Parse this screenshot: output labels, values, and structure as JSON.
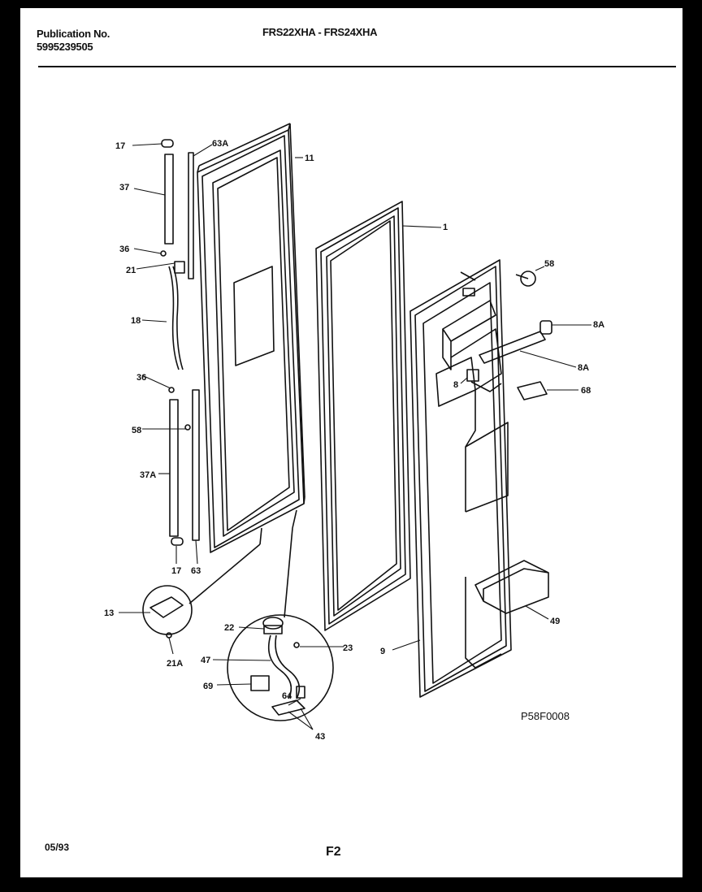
{
  "header": {
    "publication_label": "Publication No.",
    "publication_number": "5995239505",
    "models": "FRS22XHA - FRS24XHA"
  },
  "footer": {
    "date": "05/93",
    "page": "F2"
  },
  "figure_code": "P58F0008",
  "callouts": {
    "c17": "17",
    "c63A": "63A",
    "c11": "11",
    "c37": "37",
    "c1": "1",
    "c36a": "36",
    "c21": "21",
    "c58a": "58",
    "c18": "18",
    "c8A": "8A",
    "c8Ab": "8A",
    "c36b": "36",
    "c8": "8",
    "c68": "68",
    "c58b": "58",
    "c37A": "37A",
    "c17b": "17",
    "c63": "63",
    "c13": "13",
    "c21A": "21A",
    "c49": "49",
    "c22": "22",
    "c47": "47",
    "c23": "23",
    "c9": "9",
    "c69": "69",
    "c64": "64",
    "c43": "43"
  }
}
